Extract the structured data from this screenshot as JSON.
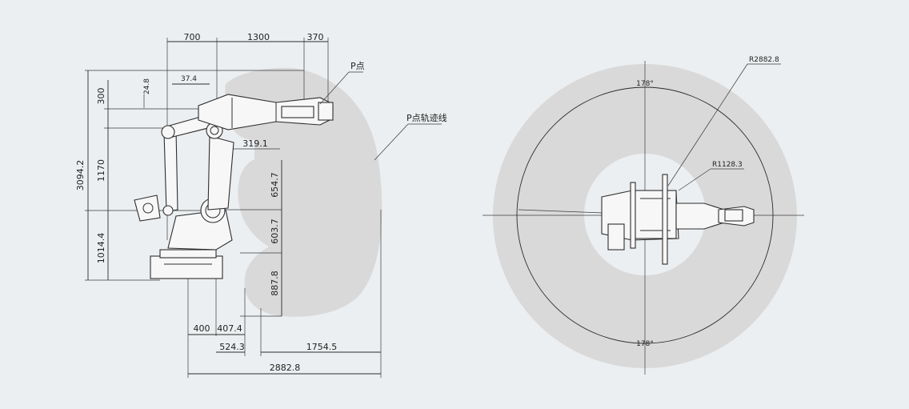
{
  "side_view": {
    "labels": {
      "p_point": "P点",
      "p_trajectory": "P点轨迹线"
    },
    "dimensions": {
      "top_700": "700",
      "top_1300": "1300",
      "top_370": "370",
      "d_37_4": "37.4",
      "d_24_8": "24.8",
      "d_300": "300",
      "d_3094_2": "3094.2",
      "d_1170": "1170",
      "d_1014_4": "1014.4",
      "d_319_1": "319.1",
      "d_654_7": "654.7",
      "d_603_7": "603.7",
      "d_887_8": "887.8",
      "d_400": "400",
      "d_407_4": "407.4",
      "d_524_3": "524.3",
      "d_1754_5": "1754.5",
      "d_2882_8": "2882.8"
    }
  },
  "top_view": {
    "labels": {
      "r_outer": "R2882.8",
      "r_inner": "R1128.3",
      "angle_top": "178°",
      "angle_bottom": "178°"
    }
  }
}
